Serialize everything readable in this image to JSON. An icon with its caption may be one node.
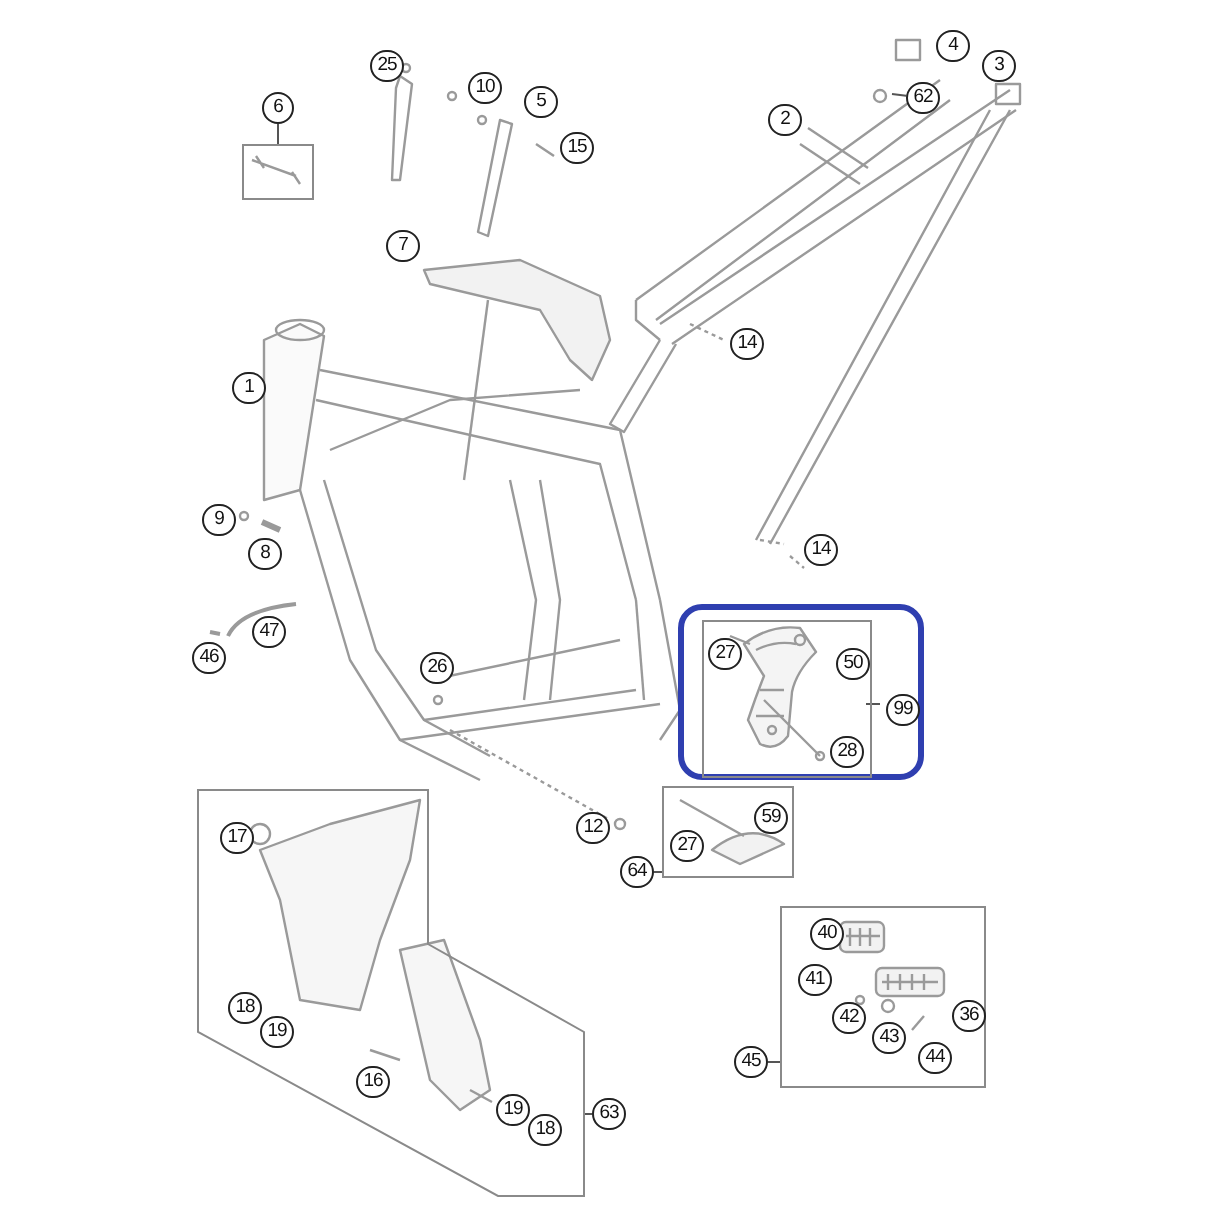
{
  "diagram": {
    "nodes": [
      {
        "text": [
          "6"
        ]
      },
      {
        "text": [],
        "shape": "box"
      },
      {
        "text": [
          "62"
        ]
      },
      {
        "text": [],
        "shape": "box"
      },
      {
        "text": [],
        "shape": "box",
        "in": 3
      },
      {
        "text": [
          "99"
        ],
        "in": 3
      },
      {
        "text": [
          "64"
        ]
      },
      {
        "text": [],
        "shape": "box"
      },
      {
        "text": [],
        "shape": "box"
      },
      {
        "text": [
          "45"
        ]
      },
      {
        "text": [
          "63"
        ]
      },
      {
        "text": [],
        "shape": "box"
      },
      {
        "text": [
          "25"
        ]
      },
      {
        "text": [
          "4"
        ]
      },
      {
        "text": [
          "10"
        ]
      },
      {
        "text": [
          "3"
        ]
      },
      {
        "text": [
          "2"
        ]
      },
      {
        "text": [
          "5"
        ]
      },
      {
        "text": [
          "15"
        ]
      },
      {
        "text": [
          "7"
        ]
      },
      {
        "text": [
          "14"
        ]
      },
      {
        "text": [
          "1"
        ]
      },
      {
        "text": [
          "9"
        ]
      },
      {
        "text": [
          "8"
        ]
      },
      {
        "text": [
          "47"
        ]
      },
      {
        "text": [
          "46"
        ]
      },
      {
        "text": [
          "14"
        ]
      },
      {
        "text": [
          "27"
        ],
        "in": 4
      },
      {
        "text": [
          "50"
        ],
        "in": 4
      },
      {
        "text": [
          "26"
        ]
      },
      {
        "text": [
          "28"
        ],
        "in": 4
      },
      {
        "text": [
          "12"
        ]
      },
      {
        "text": [
          "59"
        ],
        "in": 7
      },
      {
        "text": [
          "27"
        ],
        "in": 7
      },
      {
        "text": [
          "17"
        ],
        "in": 11
      },
      {
        "text": [
          "40"
        ],
        "in": 8
      },
      {
        "text": [
          "41"
        ],
        "in": 8
      },
      {
        "text": [
          "18"
        ],
        "in": 11
      },
      {
        "text": [
          "19"
        ],
        "in": 11
      },
      {
        "text": [
          "42"
        ],
        "in": 8
      },
      {
        "text": [
          "36"
        ],
        "in": 8
      },
      {
        "text": [
          "43"
        ],
        "in": 8
      },
      {
        "text": [
          "16"
        ],
        "in": 11
      },
      {
        "text": [
          "44"
        ],
        "in": 8
      },
      {
        "text": [
          "19"
        ],
        "in": 11
      },
      {
        "text": [
          "18"
        ],
        "in": 11
      }
    ],
    "edges": [
      {
        "from": 0,
        "to": 1,
        "arrow": "none"
      },
      {
        "from": 2,
        "to": null,
        "arrow": "none"
      },
      {
        "from": 5,
        "to": 4,
        "arrow": "none"
      },
      {
        "from": 6,
        "to": 7,
        "arrow": "none"
      },
      {
        "from": 9,
        "to": 8,
        "arrow": "none"
      },
      {
        "from": 10,
        "to": 11,
        "arrow": "none"
      }
    ]
  }
}
